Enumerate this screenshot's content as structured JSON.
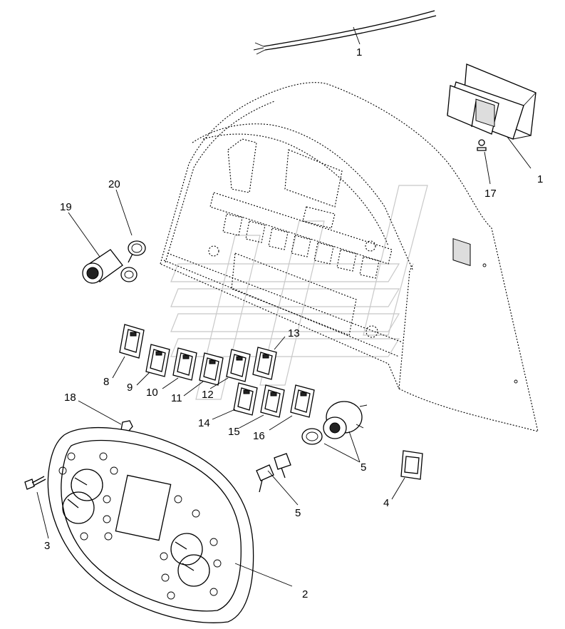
{
  "callouts": {
    "c1a": "1",
    "c1b": "1",
    "c17": "17",
    "c20": "20",
    "c19": "19",
    "c13": "13",
    "c8": "8",
    "c9": "9",
    "c10": "10",
    "c11": "11",
    "c12": "12",
    "c14": "14",
    "c15": "15",
    "c16": "16",
    "c18": "18",
    "c5a": "5",
    "c5b": "5",
    "c4": "4",
    "c3": "3",
    "c2": "2"
  },
  "colors": {
    "line": "#000000",
    "watermark": "#c8c8c8",
    "background": "#ffffff"
  }
}
